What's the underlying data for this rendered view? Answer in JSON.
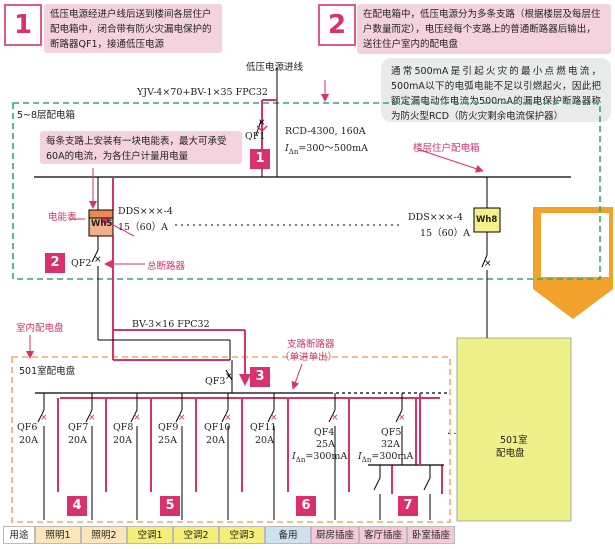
{
  "notes": {
    "n1_number": "1",
    "n1_text": "低压电源经进户线后送到楼间各层住户配电箱中，闭合带有防火灾漏电保护的断路器QF1，接通低压电源",
    "n2_number": "2",
    "n2_text": "在配电箱中，低压电源分为多条支路（根据楼层及每层住户数量而定），电压经每个支路上的普通断路器后输出，送往住户室内的配电盘",
    "gray_note": "通常500mA是引起火灾的最小点燃电流，500mA以下的电弧电能不足以引燃起火，因此把额定漏电动作电流为500mA的漏电保护断路器称为防火型RCD（防火灾剩余电流保护器）",
    "meter_note": "每条支路上安装有一块电能表，最大可承受60A的电流，为各住户计量用电量"
  },
  "labels": {
    "source_in": "低压电源进线",
    "main_cable": "YJV-4×70+BV-1×35 FPC32",
    "box_5_8": "5~8层配电箱",
    "qf1": "QF1",
    "rcd": "RCD-4300, 160A",
    "rcd_idn": "I",
    "rcd_idn_sub": "Δn",
    "rcd_idn_val": "=300～500mA",
    "floor_box": "楼层住户配电箱",
    "meter_label": "电能表",
    "wh5": "Wh5",
    "wh8": "Wh8",
    "dds_left": "DDS×××-4",
    "dds_left_2": "15（60）A",
    "dds_right": "DDS×××-4",
    "dds_right_2": "15（60）A",
    "qf2": "QF2",
    "main_breaker": "总断路器",
    "indoor_panel": "室内配电盘",
    "bv_cable": "BV-3×16 FPC32",
    "branch_breaker": "支路断路器",
    "branch_breaker_sub": "（单进单出）",
    "room501": "501室配电盘",
    "qf3": "QF3",
    "qf4": "QF4",
    "qf4_a": "25A",
    "qf4_idn": "=300mA",
    "qf5": "QF5",
    "qf5_a": "32A",
    "qf5_idn": "=300mA",
    "qf6": "QF6",
    "qf6_a": "20A",
    "qf7": "QF7",
    "qf7_a": "20A",
    "qf8": "QF8",
    "qf8_a": "20A",
    "qf9": "QF9",
    "qf9_a": "25A",
    "qf10": "QF10",
    "qf10_a": "20A",
    "qf11": "QF11",
    "qf11_a": "20A",
    "box501": "501室",
    "box501_2": "配电盘"
  },
  "steps": [
    "1",
    "2",
    "3",
    "4",
    "5",
    "6",
    "7"
  ],
  "usage": {
    "head": "用途",
    "c1": "照明1",
    "c2": "照明2",
    "c3": "空调1",
    "c4": "空调2",
    "c5": "空调3",
    "c6": "备用",
    "c7": "厨房插座",
    "c8": "客厅插座",
    "c9": "卧室插座"
  },
  "colors": {
    "accent": "#d8316b",
    "green_dash": "#2fae62",
    "orange_dash": "#f0a86a",
    "note_pink": "#f4d3df",
    "panel_yellow": "#eef08a"
  }
}
